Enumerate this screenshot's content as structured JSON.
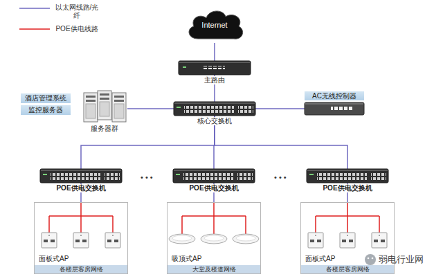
{
  "diagram": {
    "nodes": [
      {
        "text": [
          "Internet"
        ]
      },
      {
        "text": [
          "主路由"
        ]
      },
      {
        "text": [
          "核心交换机"
        ]
      },
      {
        "text": [
          "酒店管理系统"
        ]
      },
      {
        "text": [
          "监控服务器"
        ]
      },
      {
        "text": [
          "服务器群"
        ]
      },
      {
        "text": [
          "AC无线控制器"
        ]
      },
      {
        "text": [
          "POE供电交换机"
        ]
      },
      {
        "text": [
          "面板式AP",
          "各楼层客房网络"
        ]
      },
      {
        "text": [
          "POE供电交换机"
        ]
      },
      {
        "text": [
          "吸顶式AP",
          "大堂及楼道网络"
        ]
      },
      {
        "text": [
          "POE供电交换机"
        ]
      },
      {
        "text": [
          "面板式AP",
          "各楼层客房网络"
        ]
      }
    ],
    "edges": [
      {
        "from": 0,
        "to": 1,
        "arrow": "none"
      },
      {
        "from": 1,
        "to": 2,
        "arrow": "none"
      },
      {
        "from": 2,
        "to": 5,
        "arrow": "none"
      },
      {
        "from": 2,
        "to": 6,
        "arrow": "none"
      },
      {
        "from": 2,
        "to": 7,
        "arrow": "none"
      },
      {
        "from": 2,
        "to": 9,
        "arrow": "none"
      },
      {
        "from": 2,
        "to": 11,
        "arrow": "none"
      },
      {
        "from": 7,
        "to": 8,
        "arrow": "none"
      },
      {
        "from": 9,
        "to": 10,
        "arrow": "none"
      },
      {
        "from": 11,
        "to": 12,
        "arrow": "none"
      }
    ],
    "labels": [
      "• • •",
      "• • •",
      "弱电行业网"
    ],
    "legend": [
      {
        "text": "以太网线路/光纤"
      },
      {
        "text": "POE供电线路"
      }
    ]
  }
}
